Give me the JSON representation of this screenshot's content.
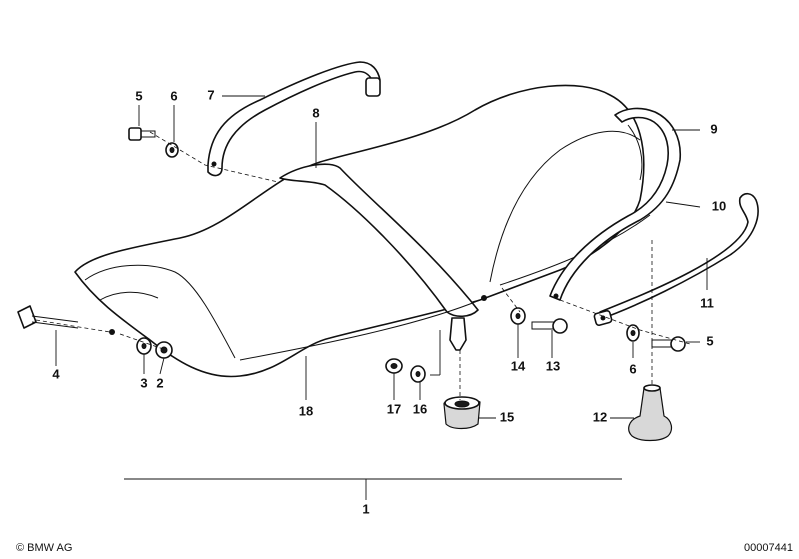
{
  "callouts": [
    {
      "id": "c5a",
      "label": "5"
    },
    {
      "id": "c6a",
      "label": "6"
    },
    {
      "id": "c7",
      "label": "7"
    },
    {
      "id": "c8",
      "label": "8"
    },
    {
      "id": "c9",
      "label": "9"
    },
    {
      "id": "c10",
      "label": "10"
    },
    {
      "id": "c11",
      "label": "11"
    },
    {
      "id": "c5b",
      "label": "5"
    },
    {
      "id": "c6b",
      "label": "6"
    },
    {
      "id": "c4",
      "label": "4"
    },
    {
      "id": "c3",
      "label": "3"
    },
    {
      "id": "c2",
      "label": "2"
    },
    {
      "id": "c18",
      "label": "18"
    },
    {
      "id": "c17",
      "label": "17"
    },
    {
      "id": "c16",
      "label": "16"
    },
    {
      "id": "c14",
      "label": "14"
    },
    {
      "id": "c13",
      "label": "13"
    },
    {
      "id": "c15",
      "label": "15"
    },
    {
      "id": "c12",
      "label": "12"
    },
    {
      "id": "c1",
      "label": "1"
    }
  ],
  "footer": {
    "copyright": "© BMW AG",
    "image_number": "00007441"
  }
}
